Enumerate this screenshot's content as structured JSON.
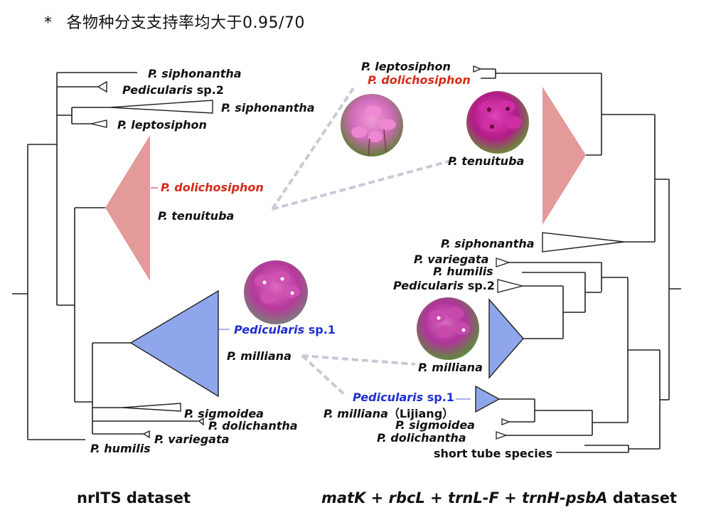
{
  "note": {
    "star": "*",
    "text": "各物种分支支持率均大于0.95/70"
  },
  "colors": {
    "long_tube_clade": "#e39a99",
    "milliana_clade": "#8fa6ec",
    "highlight_red": "#d42a1a",
    "highlight_blue": "#1f2fd0",
    "connector": "#c8cad6",
    "branch": "#222222"
  },
  "left_tree": {
    "caption": "nrITS dataset",
    "labels": {
      "siphonantha_1": {
        "genus": "P.",
        "epithet": "siphonantha"
      },
      "pedicularis_sp2": {
        "genus": "Pedicularis",
        "epithet": "sp.2"
      },
      "siphonantha_2": {
        "genus": "P.",
        "epithet": "siphonantha"
      },
      "leptosiphon": {
        "genus": "P.",
        "epithet": "leptosiphon"
      },
      "dolichosiphon": {
        "genus": "P.",
        "epithet": "dolichosiphon"
      },
      "tenuituba": {
        "genus": "P.",
        "epithet": "tenuituba"
      },
      "pedicularis_sp1": {
        "genus": "Pedicularis",
        "epithet": "sp.1"
      },
      "milliana": {
        "genus": "P.",
        "epithet": "milliana"
      },
      "sigmoidea": {
        "genus": "P.",
        "epithet": "sigmoidea"
      },
      "dolichantha": {
        "genus": "P.",
        "epithet": "dolichantha"
      },
      "variegata": {
        "genus": "P.",
        "epithet": "variegata"
      },
      "humilis": {
        "genus": "P.",
        "epithet": "humilis"
      }
    }
  },
  "right_tree": {
    "caption_parts": [
      "matK",
      " + ",
      "rbcL",
      " + ",
      "trnL-F",
      " + ",
      "trnH-psbA",
      " dataset"
    ],
    "labels": {
      "leptosiphon": {
        "genus": "P.",
        "epithet": "leptosiphon"
      },
      "dolichosiphon": {
        "genus": "P.",
        "epithet": "dolichosiphon"
      },
      "tenuituba": {
        "genus": "P.",
        "epithet": "tenuituba"
      },
      "siphonantha": {
        "genus": "P.",
        "epithet": "siphonantha"
      },
      "variegata": {
        "genus": "P.",
        "epithet": "variegata"
      },
      "humilis": {
        "genus": "P.",
        "epithet": "humilis"
      },
      "pedicularis_sp2": {
        "genus": "Pedicularis",
        "epithet": "sp.2"
      },
      "milliana": {
        "genus": "P.",
        "epithet": "milliana"
      },
      "pedicularis_sp1": {
        "genus": "Pedicularis",
        "epithet": "sp.1"
      },
      "milliana_lijiang": {
        "genus": "P.",
        "epithet": "milliana",
        "locality": "（Lijiang）"
      },
      "sigmoidea": {
        "genus": "P.",
        "epithet": "sigmoidea"
      },
      "dolichantha": {
        "genus": "P.",
        "epithet": "dolichantha"
      },
      "short_tube": {
        "text": "short tube species"
      }
    }
  },
  "photos": [
    {
      "name": "photo-dolichosiphon",
      "subject": "P. dolichosiphon flowers",
      "palette": [
        "#e86ec8",
        "#6c8a3e"
      ]
    },
    {
      "name": "photo-tenuituba",
      "subject": "P. tenuituba flowers",
      "palette": [
        "#c81e9a",
        "#7a9a40"
      ]
    },
    {
      "name": "photo-sp1",
      "subject": "Pedicularis sp.1 flowers",
      "palette": [
        "#c43aa8",
        "#8c8c8c"
      ]
    },
    {
      "name": "photo-milliana",
      "subject": "P. milliana flowers",
      "palette": [
        "#c23fa6",
        "#6f9a48"
      ]
    }
  ]
}
